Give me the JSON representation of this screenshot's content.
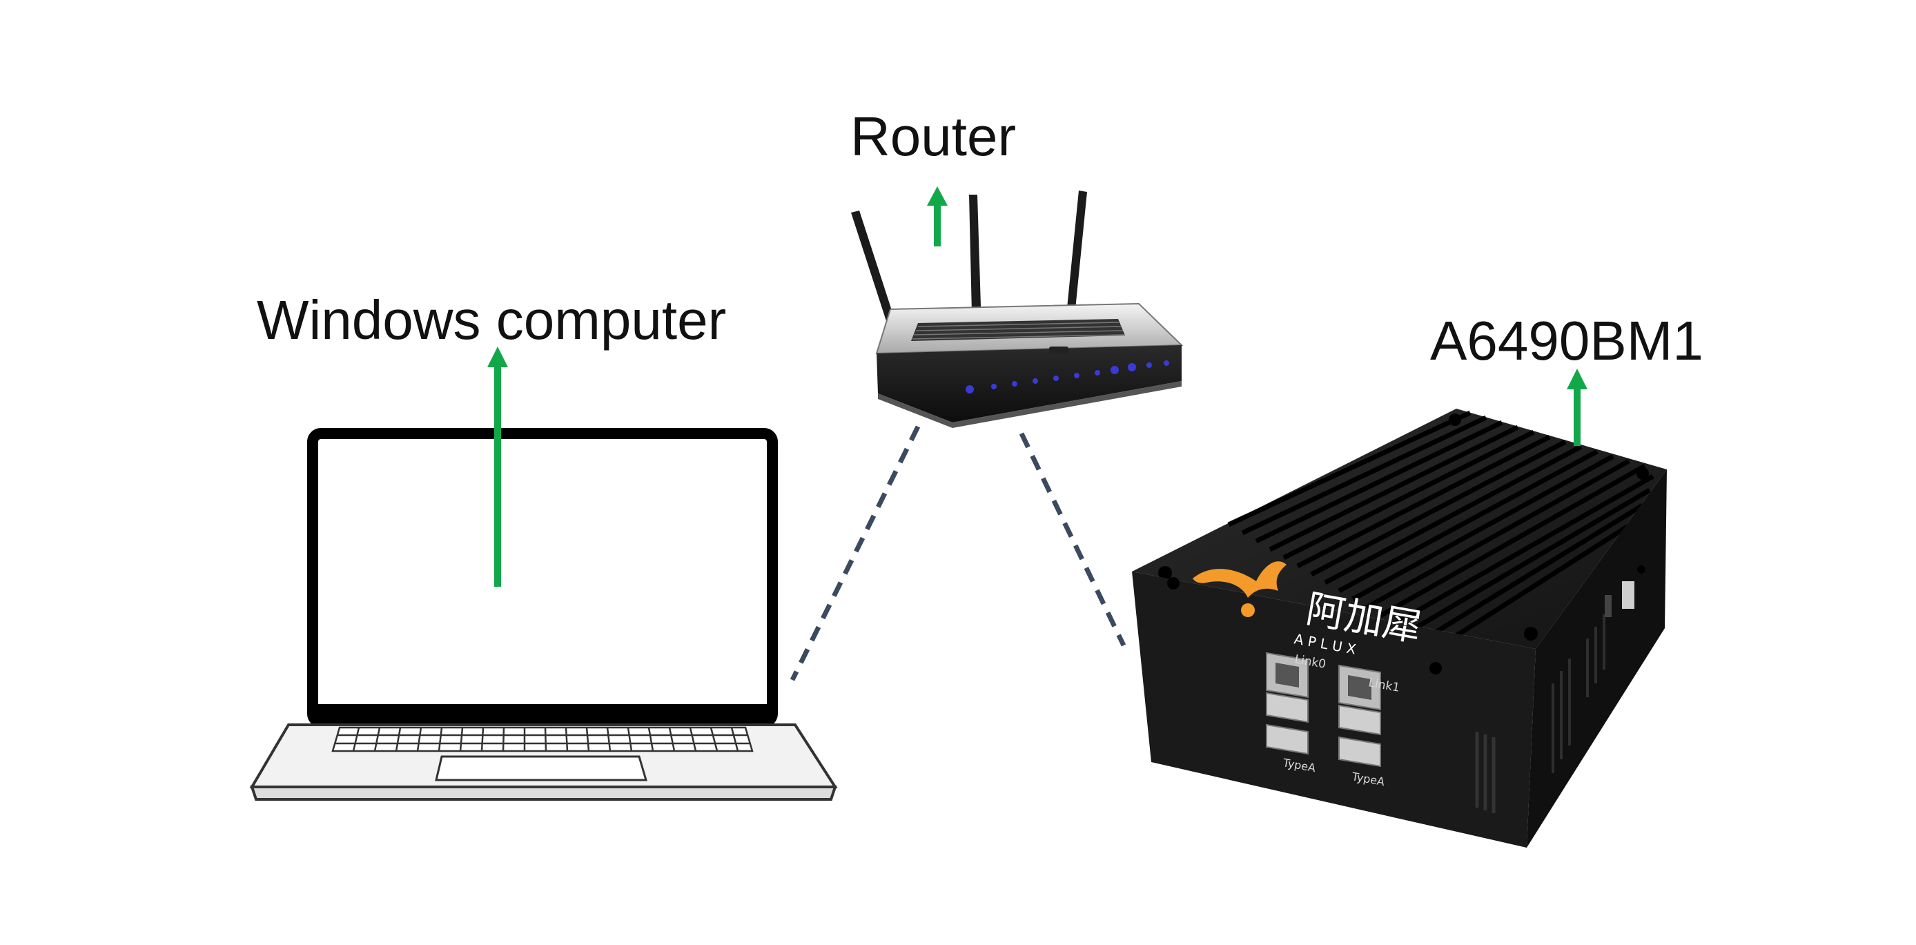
{
  "labels": {
    "router": "Router",
    "windows_computer": "Windows computer",
    "device": "A6490BM1"
  },
  "device_branding": {
    "logo_cn": "阿加犀",
    "logo_en": "A P L U X",
    "port_left": "Link0",
    "port_right": "Link1",
    "usb_left": "TypeA",
    "usb_right": "TypeA"
  },
  "colors": {
    "arrow": "#12a84a",
    "link": "#3c4a60",
    "laptop_outline": "#000000",
    "device_body": "#1c1c1c",
    "logo": "#f39a2a",
    "router_led": "#3a3ad8"
  },
  "icons": [
    "laptop-icon",
    "router-icon",
    "device-box-icon"
  ]
}
